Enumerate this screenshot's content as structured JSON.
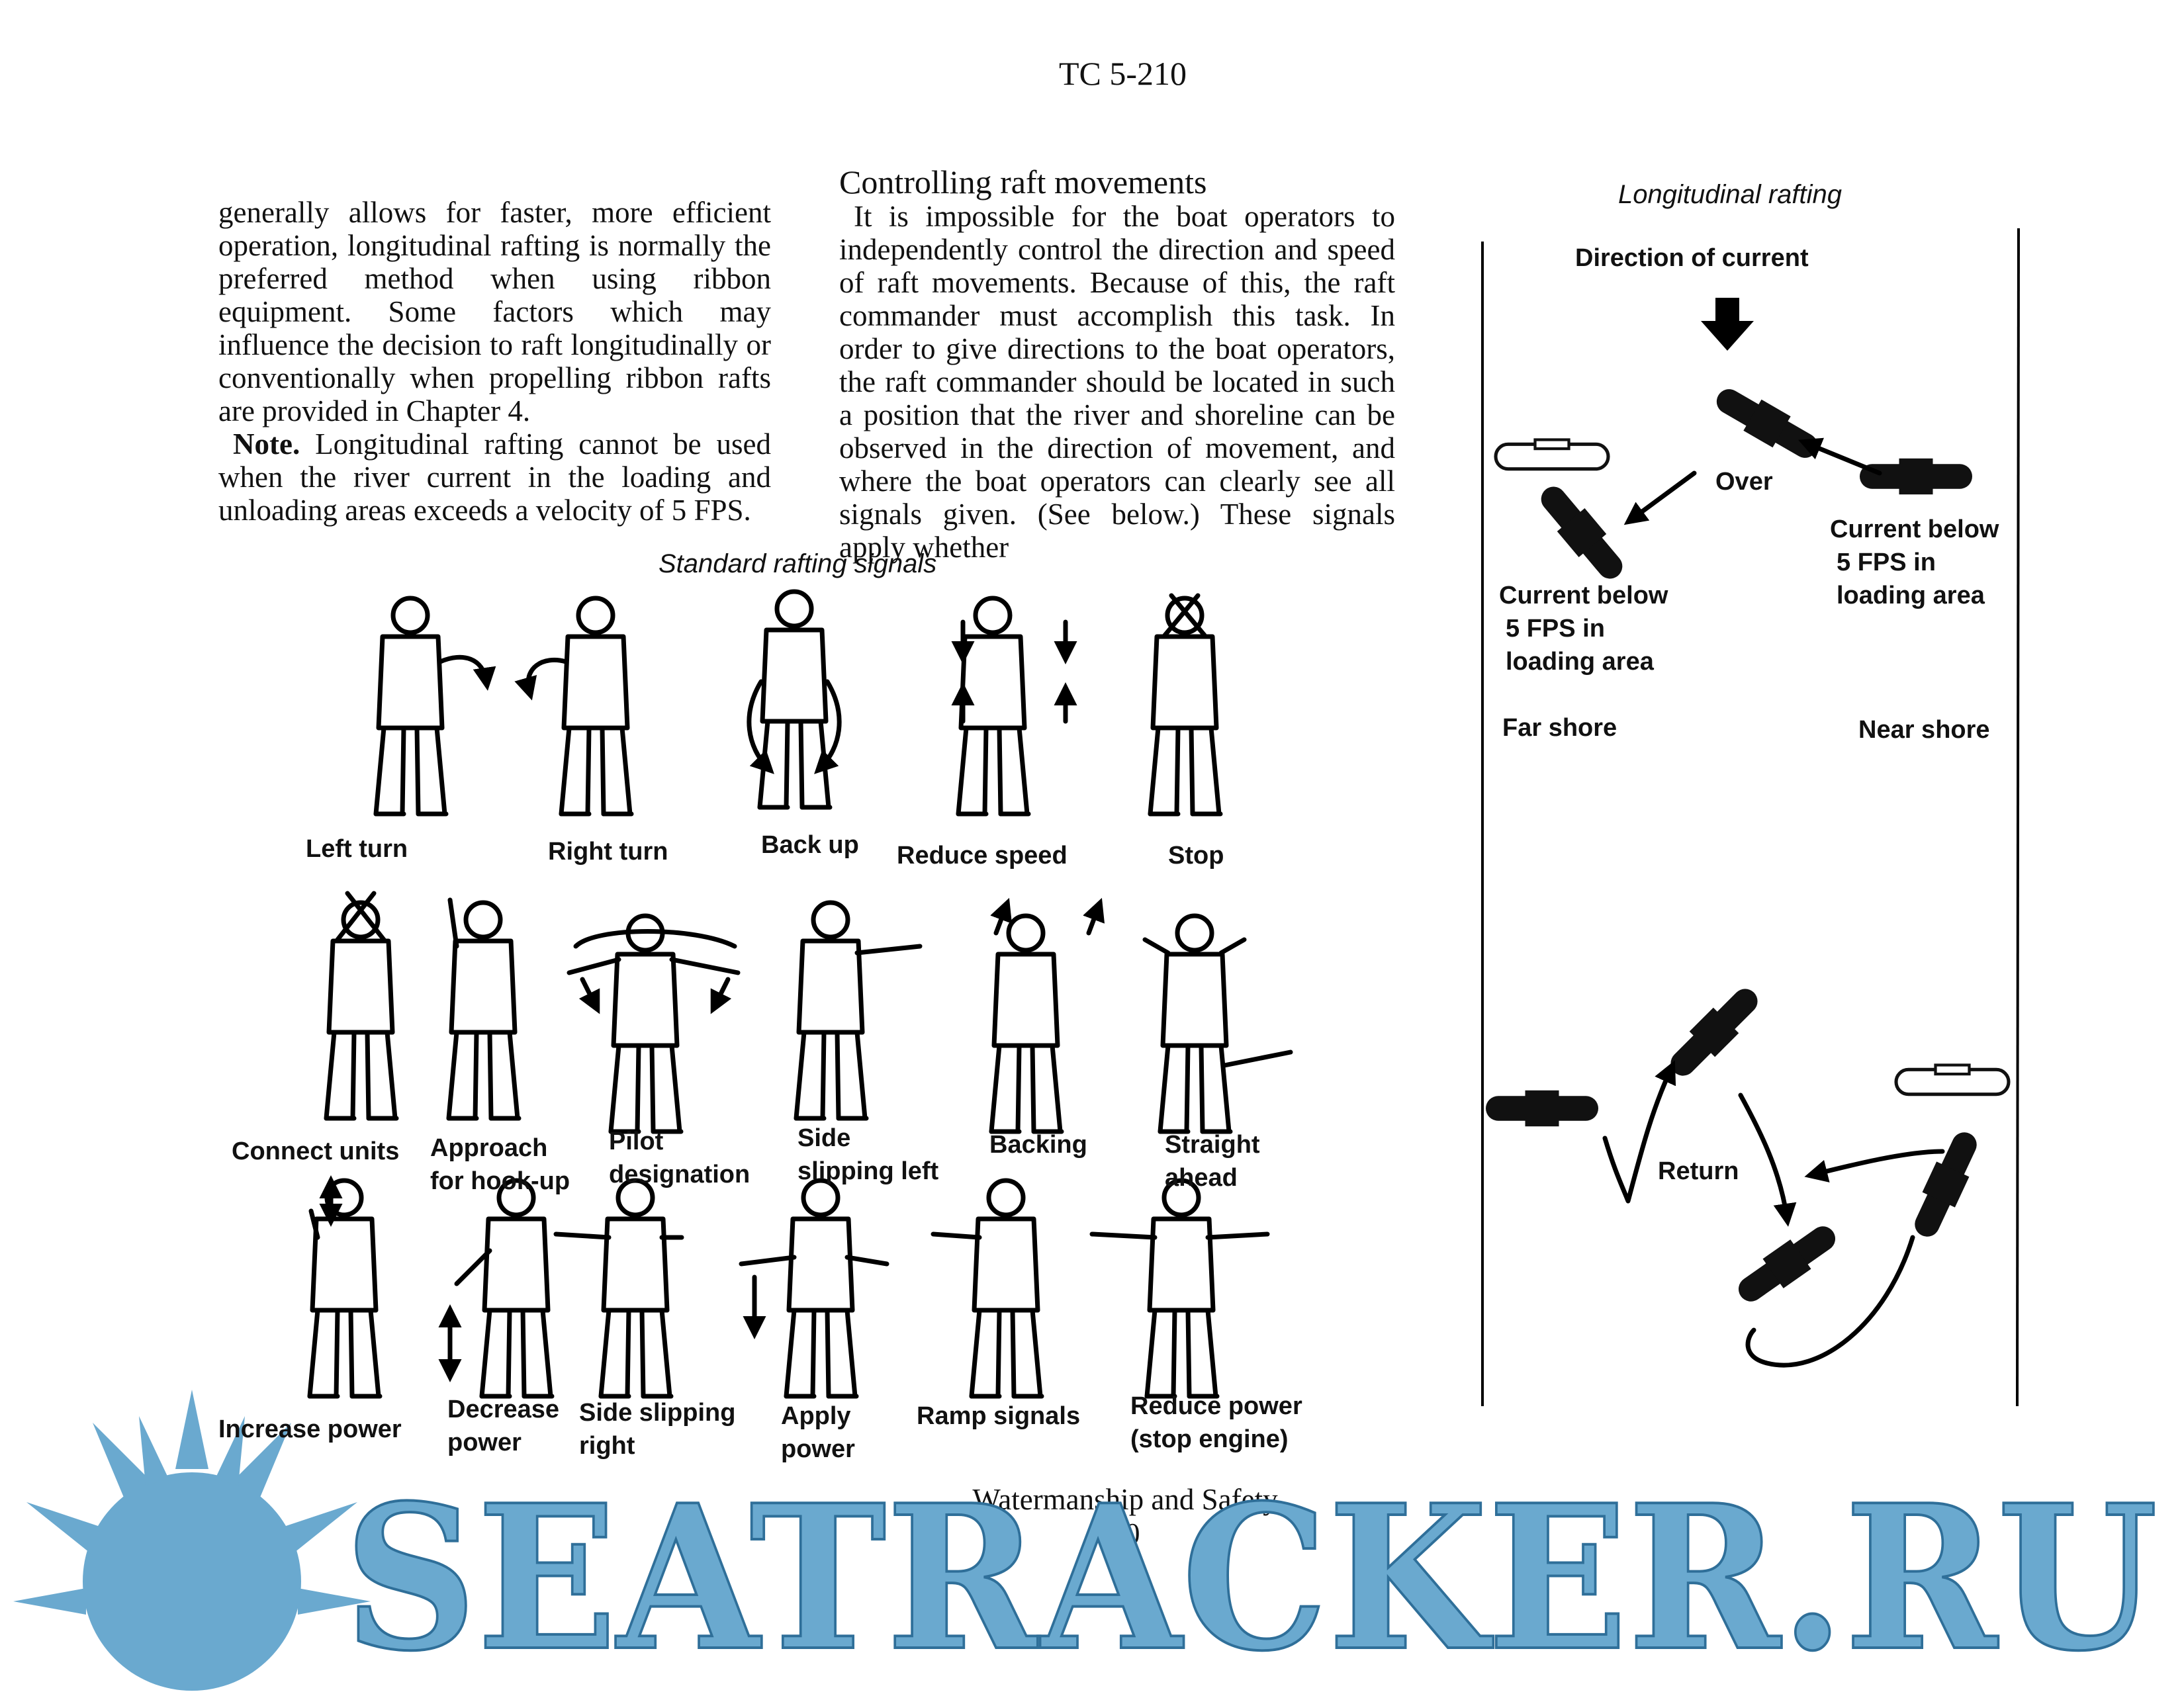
{
  "header": {
    "doc_number": "TC 5-210"
  },
  "column1": {
    "paragraph": "generally allows for faster, more efficient operation, longitudinal rafting is normally the preferred method when using ribbon equipment. Some factors which may influence the decision to raft longitudinally or conventionally when propelling ribbon rafts are provided in Chapter 4.",
    "note_label": "Note.",
    "note_text": "Longitudinal rafting cannot be used when the river current in the loading and unloading areas exceeds a velocity of 5 FPS."
  },
  "column2": {
    "section_title": "Controlling raft movements",
    "paragraph": "It is impossible for the boat operators to independently control the direction and speed of raft movements. Because of this, the raft commander must accomplish this task. In order to give directions to the boat operators, the raft commander should be located in such a position that the river and shoreline can be observed in the direction of movement, and where the boat operators can clearly see all signals given. (See below.) These signals apply whether"
  },
  "signals_figure": {
    "title": "Standard rafting signals",
    "row1": [
      "Left turn",
      "Right turn",
      "Back up",
      "Reduce speed",
      "Stop"
    ],
    "row2": [
      [
        "Connect units"
      ],
      [
        "Approach",
        "for hook-up"
      ],
      [
        "Pilot",
        "designation"
      ],
      [
        "Side",
        "slipping left"
      ],
      [
        "Backing"
      ],
      [
        "Straight",
        "ahead"
      ]
    ],
    "row3": [
      [
        "Increase power"
      ],
      [
        "Decrease",
        "power"
      ],
      [
        "Side slipping",
        "right"
      ],
      [
        "Apply",
        "power"
      ],
      [
        "Ramp signals"
      ],
      [
        "Reduce power",
        "(stop engine)"
      ]
    ]
  },
  "rafting_figure": {
    "title": "Longitudinal rafting",
    "direction_label": "Direction of current",
    "over_label": "Over",
    "current_far": [
      "Current below",
      "5 FPS  in",
      "loading area"
    ],
    "current_near": [
      "Current below",
      "5 FPS  in",
      "loading area"
    ],
    "far_shore": "Far shore",
    "near_shore": "Near shore",
    "return_label": "Return"
  },
  "footer": {
    "title": "Watermanship and Safety",
    "page_number": "10"
  },
  "watermark": {
    "text": "SEATRACKER.RU",
    "color": "#6aa9cf"
  }
}
